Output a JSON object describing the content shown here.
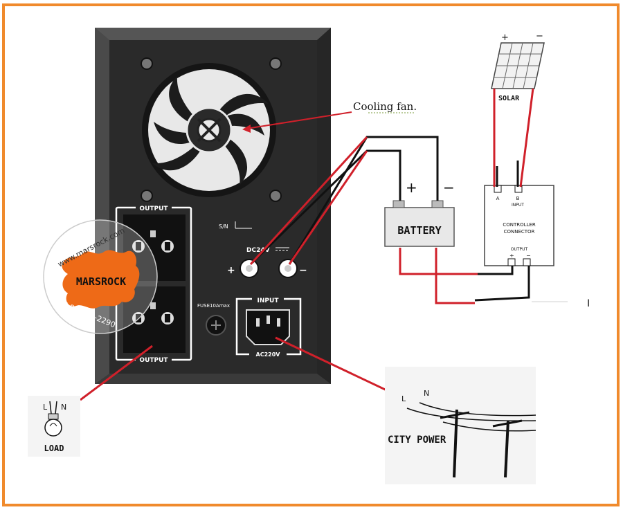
{
  "colors": {
    "frame": "#f08a2c",
    "wire_red": "#d0202a",
    "wire_black": "#111111",
    "case_dark": "#2e2e2e",
    "panel_white": "#ffffff",
    "logo_orange": "#ee6a17"
  },
  "labels": {
    "cooling_fan": "Cooling fan.",
    "output_top": "OUTPUT",
    "output_bottom": "OUTPUT",
    "sn": "S/N",
    "dc24v": "DC24V",
    "plus": "+",
    "minus": "−",
    "fuse": "FUSE10Amax",
    "input": "INPUT",
    "ac220v": "AC220V",
    "battery": "BATTERY",
    "battery_plus": "+",
    "battery_minus": "−",
    "solar": "SOLAR",
    "solar_plus": "+",
    "solar_minus": "−",
    "controller_a": "A",
    "controller_b": "B",
    "controller_input": "INPUT",
    "controller_line1": "CONTROLLER",
    "controller_line2": "CONNECTOR",
    "controller_output": "OUTPUT",
    "load": "LOAD",
    "load_l": "L",
    "load_n": "N",
    "city_power": "CITY POWER",
    "city_l": "L",
    "city_n": "N",
    "side_mark": "I"
  },
  "watermark": {
    "brand": "MARSROCK",
    "url": "www.marsrock.com",
    "tel": "Tel:86-592-2290"
  },
  "icons": {
    "fan": "fan-icon",
    "bulb": "light-bulb-icon",
    "socket": "universal-socket-icon",
    "iec_inlet": "iec-power-inlet-icon",
    "solar_panel": "solar-panel-icon",
    "utility_pole": "utility-pole-icon"
  }
}
